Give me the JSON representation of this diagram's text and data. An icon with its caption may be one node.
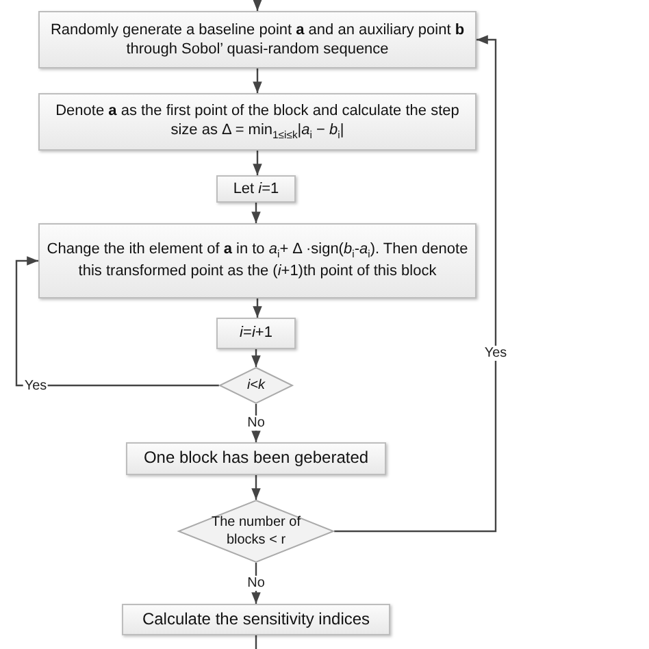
{
  "diagram": {
    "nodes": [
      {
        "text": [
          "Randomly generate a baseline point **a** and an auxiliary point **b** through Sobol’ quasi-random sequence"
        ]
      },
      {
        "text": [
          "Denote **a** as the first point of the block and calculate the step size as Δ = min$_{1≤i≤k}$|*a*$_{i}$ − *b*$_{i}$|"
        ]
      },
      {
        "text": [
          "Let *i*=1"
        ]
      },
      {
        "text": [
          "Change the ith element of **a** in to *a*$_{i}$+ Δ ·sign(*b*$_{i}$-*a*$_{i}$). Then denote this transformed point as the (*i*+1)th point of this block"
        ]
      },
      {
        "text": [
          "*i*=*i*+1"
        ]
      },
      {
        "text": [
          "*i*<*k*"
        ]
      },
      {
        "text": [
          "One block has been geberated"
        ]
      },
      {
        "text": [
          "The number of blocks < r"
        ]
      },
      {
        "text": [
          "Calculate the sensitivity indices"
        ]
      }
    ],
    "edges": [
      {
        "from": null,
        "to": 0,
        "arrow": "to"
      },
      {
        "from": 0,
        "to": 1,
        "arrow": "to"
      },
      {
        "from": 1,
        "to": 2,
        "arrow": "to"
      },
      {
        "from": 2,
        "to": 3,
        "arrow": "to"
      },
      {
        "from": 3,
        "to": 4,
        "arrow": "to"
      },
      {
        "from": 4,
        "to": 5,
        "arrow": "to"
      },
      {
        "from": 5,
        "to": 3,
        "arrow": "to",
        "label": "Yes"
      },
      {
        "from": 5,
        "to": 6,
        "arrow": "to",
        "label": "No"
      },
      {
        "from": 6,
        "to": 7,
        "arrow": "to"
      },
      {
        "from": 7,
        "to": 0,
        "arrow": "to",
        "label": "Yes"
      },
      {
        "from": 7,
        "to": 8,
        "arrow": "to",
        "label": "No"
      },
      {
        "from": 8,
        "to": null,
        "arrow": "none"
      }
    ]
  }
}
